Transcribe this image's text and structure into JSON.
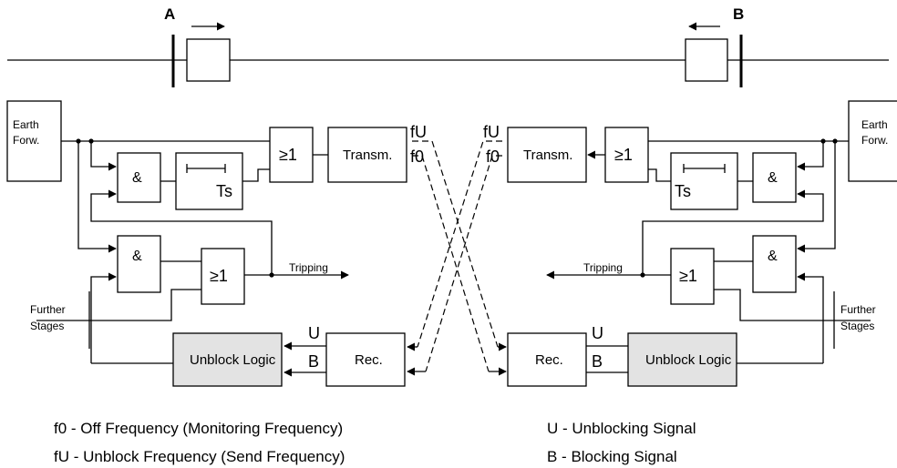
{
  "stations": {
    "a": "A",
    "b": "B"
  },
  "side_left": {
    "earth_forw": [
      "Earth",
      "Forw."
    ],
    "and_gate": "&",
    "timer": "Ts",
    "or_gate": "≥1",
    "transmitter": "Transm.",
    "and_gate_2": "&",
    "or_gate_2": "≥1",
    "tripping": "Tripping",
    "further_stages": [
      "Further",
      "Stages"
    ],
    "unblock_logic": "Unblock Logic",
    "receiver": "Rec.",
    "sig_u": "U",
    "sig_b": "B",
    "freq_fu": "fU",
    "freq_f0": "f0"
  },
  "side_right": {
    "earth_forw": [
      "Earth",
      "Forw."
    ],
    "and_gate": "&",
    "timer": "Ts",
    "or_gate": "≥1",
    "transmitter": "Transm.",
    "and_gate_2": "&",
    "or_gate_2": "≥1",
    "tripping": "Tripping",
    "further_stages": [
      "Further",
      "Stages"
    ],
    "unblock_logic": "Unblock Logic",
    "receiver": "Rec.",
    "sig_u": "U",
    "sig_b": "B",
    "freq_fu": "fU",
    "freq_f0": "f0"
  },
  "legend": {
    "f0": "f0 - Off Frequency (Monitoring Frequency)",
    "fu": "fU - Unblock Frequency (Send Frequency)",
    "u": "U - Unblocking Signal",
    "b": "B - Blocking Signal"
  },
  "colors": {
    "line": "#000000",
    "unblock_fill": "#e3e3e3"
  }
}
